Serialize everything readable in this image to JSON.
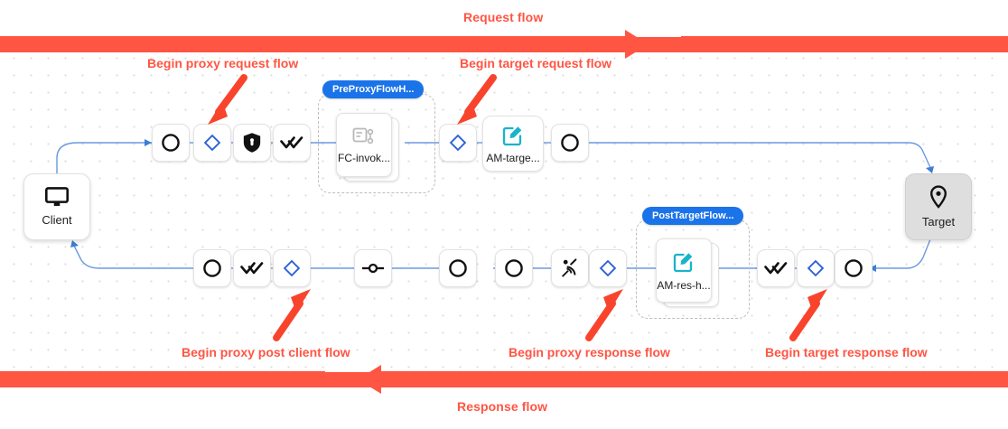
{
  "banners": {
    "request_label": "Request flow",
    "response_label": "Response flow",
    "color": "#ff5543"
  },
  "annotations": [
    {
      "id": "begin-proxy-request-flow",
      "label": "Begin proxy request flow"
    },
    {
      "id": "begin-target-request-flow",
      "label": "Begin target request flow"
    },
    {
      "id": "begin-proxy-post-client-flow",
      "label": "Begin proxy post client flow"
    },
    {
      "id": "begin-proxy-response-flow",
      "label": "Begin proxy response flow"
    },
    {
      "id": "begin-target-response-flow",
      "label": "Begin target response flow"
    }
  ],
  "endpoints": {
    "client": {
      "label": "Client",
      "icon": "monitor-icon"
    },
    "target": {
      "label": "Target",
      "icon": "location-pin-icon"
    }
  },
  "groups": [
    {
      "id": "preproxyflowhook",
      "badge": "PreProxyFlowH...",
      "policy": "FC-invok...",
      "policy_icon": "flow-callout-icon"
    },
    {
      "id": "posttargetflowhook",
      "badge": "PostTargetFlow...",
      "policy": "AM-res-h...",
      "policy_icon": "assign-message-icon"
    }
  ],
  "request_row": [
    {
      "id": "req-start",
      "icon": "circle-icon"
    },
    {
      "id": "req-decision",
      "icon": "blue-diamond-icon"
    },
    {
      "id": "req-security",
      "icon": "shield-lock-icon"
    },
    {
      "id": "req-checks",
      "icon": "double-check-icon"
    },
    {
      "id": "req-target-decision",
      "icon": "blue-diamond-icon"
    },
    {
      "id": "req-target-endpoint",
      "icon": "circle-icon"
    }
  ],
  "request_policy": {
    "id": "am-target",
    "label": "AM-targe...",
    "icon": "assign-message-icon"
  },
  "response_row": [
    {
      "id": "res-start",
      "icon": "circle-icon"
    },
    {
      "id": "res-checks",
      "icon": "double-check-icon"
    },
    {
      "id": "res-decision",
      "icon": "blue-diamond-icon"
    },
    {
      "id": "res-connector",
      "icon": "node-connector-icon"
    },
    {
      "id": "res-circle-1",
      "icon": "circle-icon"
    },
    {
      "id": "res-circle-2",
      "icon": "circle-icon"
    },
    {
      "id": "res-broadcast",
      "icon": "satellite-broadcast-icon"
    },
    {
      "id": "res-proxy-decision",
      "icon": "blue-diamond-icon"
    },
    {
      "id": "res-target-checks",
      "icon": "double-check-icon"
    },
    {
      "id": "res-target-decision",
      "icon": "blue-diamond-icon"
    },
    {
      "id": "res-target-circle",
      "icon": "circle-icon"
    }
  ],
  "colors": {
    "accent_blue": "#1a73e8",
    "link_blue": "#6a9ae0",
    "diamond_blue": "#2b62d6",
    "icon_teal": "#18b4cb",
    "red": "#ff5543"
  }
}
